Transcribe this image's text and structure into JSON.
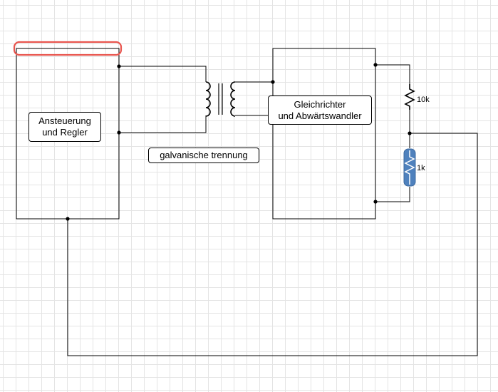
{
  "blocks": {
    "controller": {
      "line1": "Ansteuerung",
      "line2": "und Regler"
    },
    "rectifier": {
      "line1": "Gleichrichter",
      "line2": "und Abwärtswandler"
    },
    "isolation": {
      "label": "galvanische trennung"
    }
  },
  "components": {
    "r_top": {
      "value": "10k"
    },
    "r_bottom": {
      "value": "1k"
    }
  },
  "colors": {
    "wire": "#000000",
    "selection": "#e8554e",
    "selected_component": "#4f81bd",
    "grid": "#e4e4e4"
  },
  "icons": [
    "transformer-icon",
    "resistor-icon",
    "junction-dot"
  ]
}
